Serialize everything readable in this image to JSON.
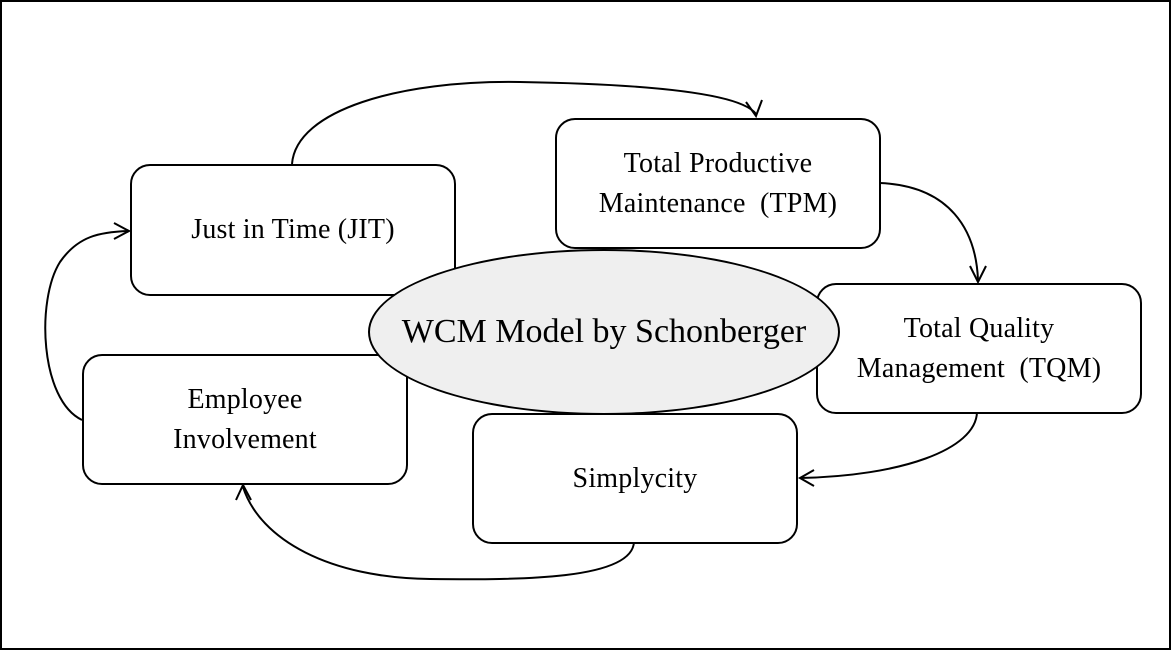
{
  "diagram": {
    "center": {
      "line1": "WCM Model by",
      "line2": "Schonberger",
      "fill": "#efefef"
    },
    "nodes": {
      "jit": {
        "line1": "Just in Time (JIT)"
      },
      "tpm": {
        "line1": "Total Productive",
        "line2": "Maintenance  (TPM)"
      },
      "tqm": {
        "line1": "Total Quality",
        "line2": "Management  (TQM)"
      },
      "simplicity": {
        "line1": "Simplycity"
      },
      "employee": {
        "line1": "Employee",
        "line2": "Involvement"
      }
    },
    "flow": [
      "Just in Time (JIT)",
      "Total Productive Maintenance  (TPM)",
      "Total Quality Management  (TQM)",
      "Simplycity",
      "Employee Involvement",
      "Just in Time (JIT)"
    ],
    "line_color": "#000000"
  }
}
